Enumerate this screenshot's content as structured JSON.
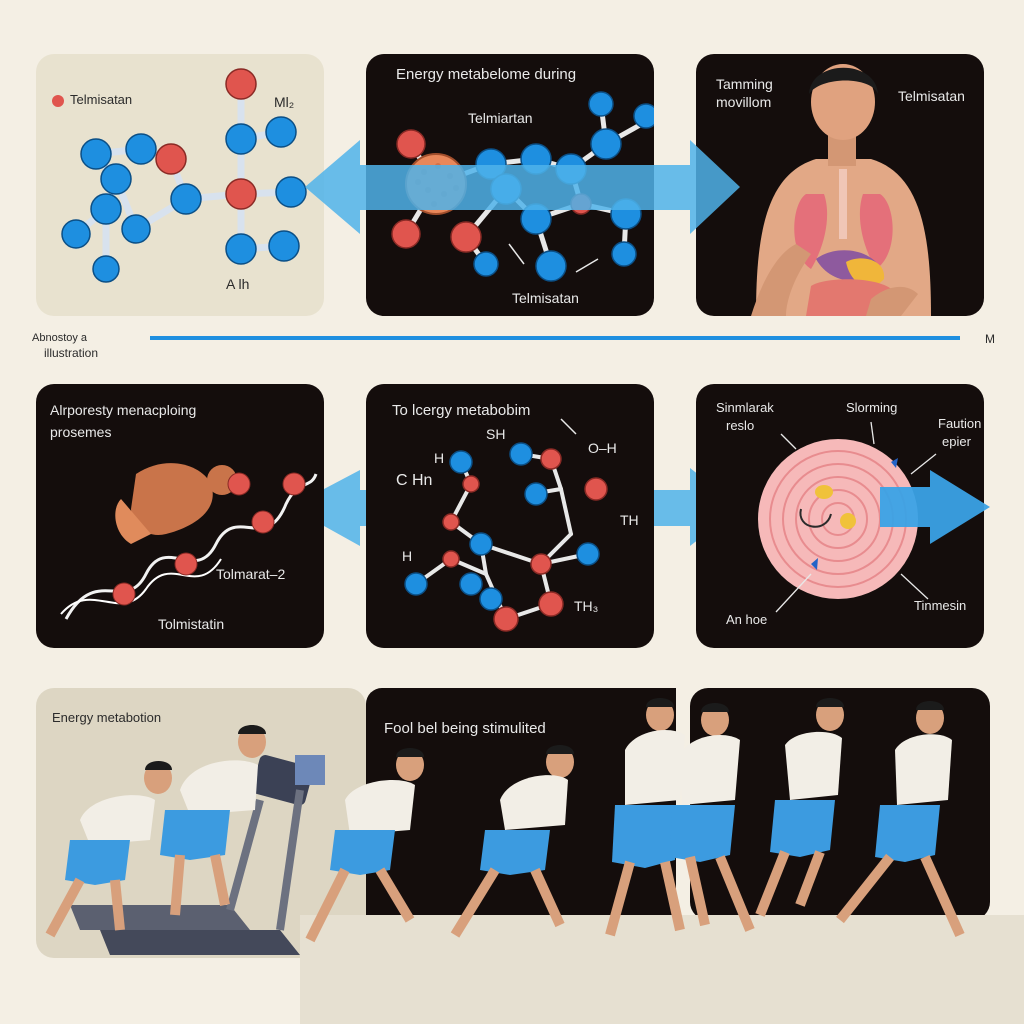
{
  "row1": {
    "panel1": {
      "legend": "Telmisatan",
      "label_top": "Ml₂",
      "label_bottom": "A lh"
    },
    "panel2": {
      "title": "Energy metabelome during",
      "label_top": "Telmiartan",
      "label_bottom": "Telmisatan"
    },
    "panel3": {
      "title_line1": "Tamming",
      "title_line2": "movillom",
      "label_right": "Telmisatan"
    }
  },
  "divider": {
    "left_line1": "Abnostoy a",
    "left_line2": "illustration",
    "right": "M"
  },
  "row2": {
    "panel4": {
      "title_line1": "Alrporesty menacploing",
      "title_line2": "prosemes",
      "label_mid": "Tolmarat–2",
      "label_bottom": "Tolmistatin"
    },
    "panel5": {
      "title": "To lcergy metabobim",
      "label_sh": "SH",
      "label_oh": "O–H",
      "label_h": "H",
      "label_chn": "C Hn",
      "label_h2": "H",
      "label_th": "TH",
      "label_th2": "TH₃"
    },
    "panel6": {
      "label_tl1": "Sinmlarak",
      "label_tl2": "reslo",
      "label_top": "Slorming",
      "label_tr1": "Faution",
      "label_tr2": "epier",
      "label_bl": "An hoe",
      "label_br": "Tinmesin"
    }
  },
  "row3": {
    "panel7": {
      "label": "Energy metabotion"
    },
    "panel8": {
      "label": "Fool bel being stimulited"
    }
  },
  "colors": {
    "atom_blue": "#1e8fe0",
    "atom_red": "#e0554e",
    "arrow_blue": "#4fb3ea",
    "panel_dark": "#140d0c",
    "panel_light": "#e8e2cf"
  }
}
